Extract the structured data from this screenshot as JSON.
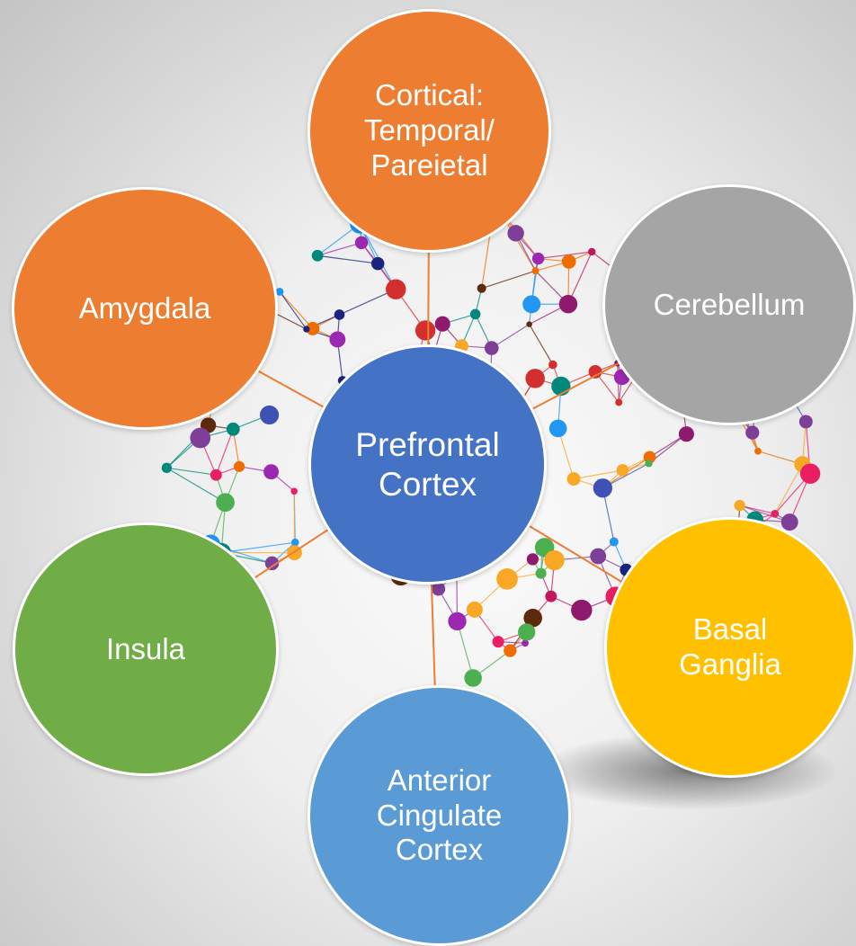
{
  "colors": {
    "orange": "#ED7D31",
    "gray": "#A5A5A5",
    "blue": "#4472C4",
    "green": "#70AD47",
    "gold": "#FFC000",
    "light_blue": "#5B9BD5",
    "connector": "#ED7D31",
    "node_border": "#FFFFFF"
  },
  "decoration": {
    "network_palette": [
      "#8e1a6e",
      "#c2185b",
      "#e91e63",
      "#7e3f98",
      "#3f51b5",
      "#2196f3",
      "#4caf50",
      "#f9a825",
      "#ef6c00",
      "#d32f2f",
      "#5d2a0c",
      "#00897b",
      "#1a237e",
      "#9c27b0"
    ]
  },
  "diagram": {
    "center": {
      "id": "prefrontal",
      "label": [
        "Prefrontal",
        "Cortex"
      ],
      "color_key": "blue"
    },
    "satellites": [
      {
        "id": "cortical",
        "label": [
          "Cortical:",
          "Temporal/",
          "Pareietal"
        ],
        "color_key": "orange"
      },
      {
        "id": "cerebellum",
        "label": [
          "Cerebellum"
        ],
        "color_key": "gray"
      },
      {
        "id": "basal",
        "label": [
          "Basal",
          "Ganglia"
        ],
        "color_key": "gold"
      },
      {
        "id": "acc",
        "label": [
          "Anterior",
          "Cingulate",
          "Cortex"
        ],
        "color_key": "light_blue"
      },
      {
        "id": "insula",
        "label": [
          "Insula"
        ],
        "color_key": "green"
      },
      {
        "id": "amygdala",
        "label": [
          "Amygdala"
        ],
        "color_key": "orange"
      }
    ]
  }
}
